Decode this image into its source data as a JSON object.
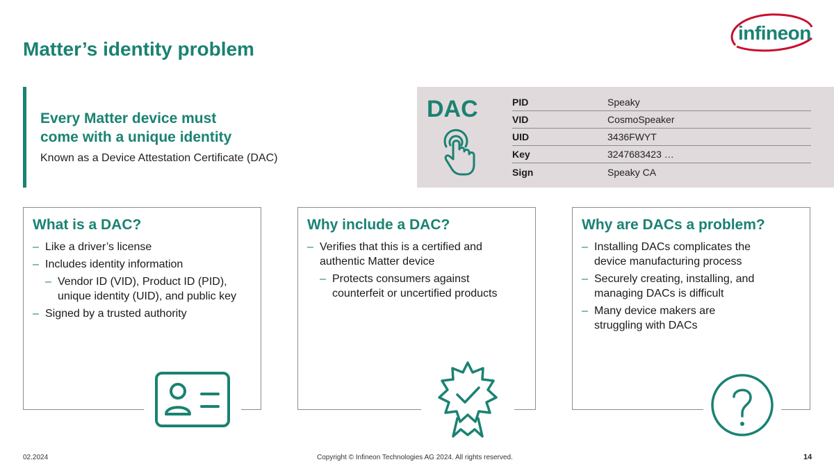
{
  "slide": {
    "title": "Matter’s identity problem",
    "logo_text": "infineon"
  },
  "callout": {
    "heading_line1": "Every Matter device must",
    "heading_line2": "come with a unique identity",
    "subtext": "Known as a Device Attestation Certificate (DAC)"
  },
  "dac": {
    "label": "DAC",
    "rows": [
      {
        "key": "PID",
        "value": "Speaky"
      },
      {
        "key": "VID",
        "value": "CosmoSpeaker"
      },
      {
        "key": "UID",
        "value": "3436FWYT"
      },
      {
        "key": "Key",
        "value": "3247683423 …"
      },
      {
        "key": "Sign",
        "value": "Speaky CA"
      }
    ],
    "icon": "touch-hand-icon"
  },
  "cards": [
    {
      "title": "What is a DAC?",
      "icon": "id-card-icon",
      "items": [
        "Like a driver’s license",
        "Includes identity information",
        "Vendor ID (VID), Product ID (PID), unique identity (UID), and public key",
        "Signed by a trusted authority"
      ]
    },
    {
      "title": "Why include a DAC?",
      "icon": "certified-badge-icon",
      "items": [
        "Verifies that this is a certified and authentic Matter device",
        "Protects consumers against counterfeit or uncertified products"
      ]
    },
    {
      "title": "Why are DACs a problem?",
      "icon": "question-mark-icon",
      "items": [
        "Installing DACs complicates the device manufacturing process",
        "Securely creating, installing, and managing DACs is difficult",
        "Many device makers are struggling with DACs"
      ]
    }
  ],
  "footer": {
    "date": "02.2024",
    "copyright": "Copyright © Infineon Technologies AG 2024. All rights reserved.",
    "page": "14"
  },
  "colors": {
    "brand_teal": "#1a8272",
    "logo_red": "#c8102e",
    "panel_bg": "#e1dadc"
  }
}
